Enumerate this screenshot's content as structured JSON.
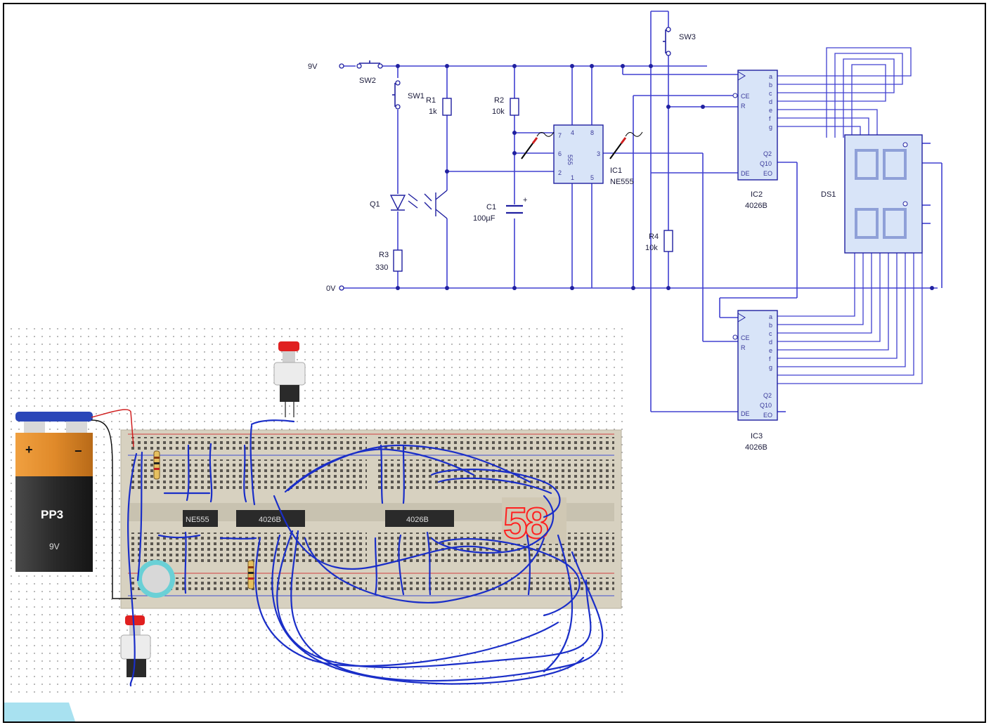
{
  "schematic": {
    "rails": {
      "supply": "9V",
      "ground": "0V"
    },
    "components": {
      "sw1": "SW1",
      "sw2": "SW2",
      "sw3": "SW3",
      "r1_ref": "R1",
      "r1_val": "1k",
      "r2_ref": "R2",
      "r2_val": "10k",
      "r3_ref": "R3",
      "r3_val": "330",
      "r4_ref": "R4",
      "r4_val": "10k",
      "c1_ref": "C1",
      "c1_val": "100µF",
      "c1_plus": "+",
      "q1_ref": "Q1",
      "ic1_ref": "IC1",
      "ic1_part": "NE555",
      "ic1_body": "555",
      "ic2_ref": "IC2",
      "ic2_part": "4026B",
      "ic3_ref": "IC3",
      "ic3_part": "4026B",
      "ds1_ref": "DS1"
    },
    "ic555_pins": [
      "7",
      "4",
      "8",
      "6",
      "3",
      "2",
      "1",
      "5"
    ],
    "counter_inputs": [
      "CE",
      "R",
      "DE"
    ],
    "counter_outputs": [
      "a",
      "b",
      "c",
      "d",
      "e",
      "f",
      "g"
    ],
    "counter_extra_outputs": [
      "Q2",
      "Q10",
      "EO"
    ]
  },
  "breadboard": {
    "battery_type": "PP3",
    "battery_voltage": "9V",
    "battery_plus": "+",
    "battery_minus": "−",
    "chip1": "NE555",
    "chip2": "4026B",
    "chip3": "4026B",
    "display_digits": "58"
  },
  "colors": {
    "schematic_wire": "#4040d0",
    "component_outline": "#2020a0",
    "ic_fill": "#d8e4f8",
    "hand_wire": "#1a2ec8",
    "breadboard": "#d7d1c0",
    "battery_orange": "#e08a2a",
    "segment_red": "#ff2020"
  }
}
